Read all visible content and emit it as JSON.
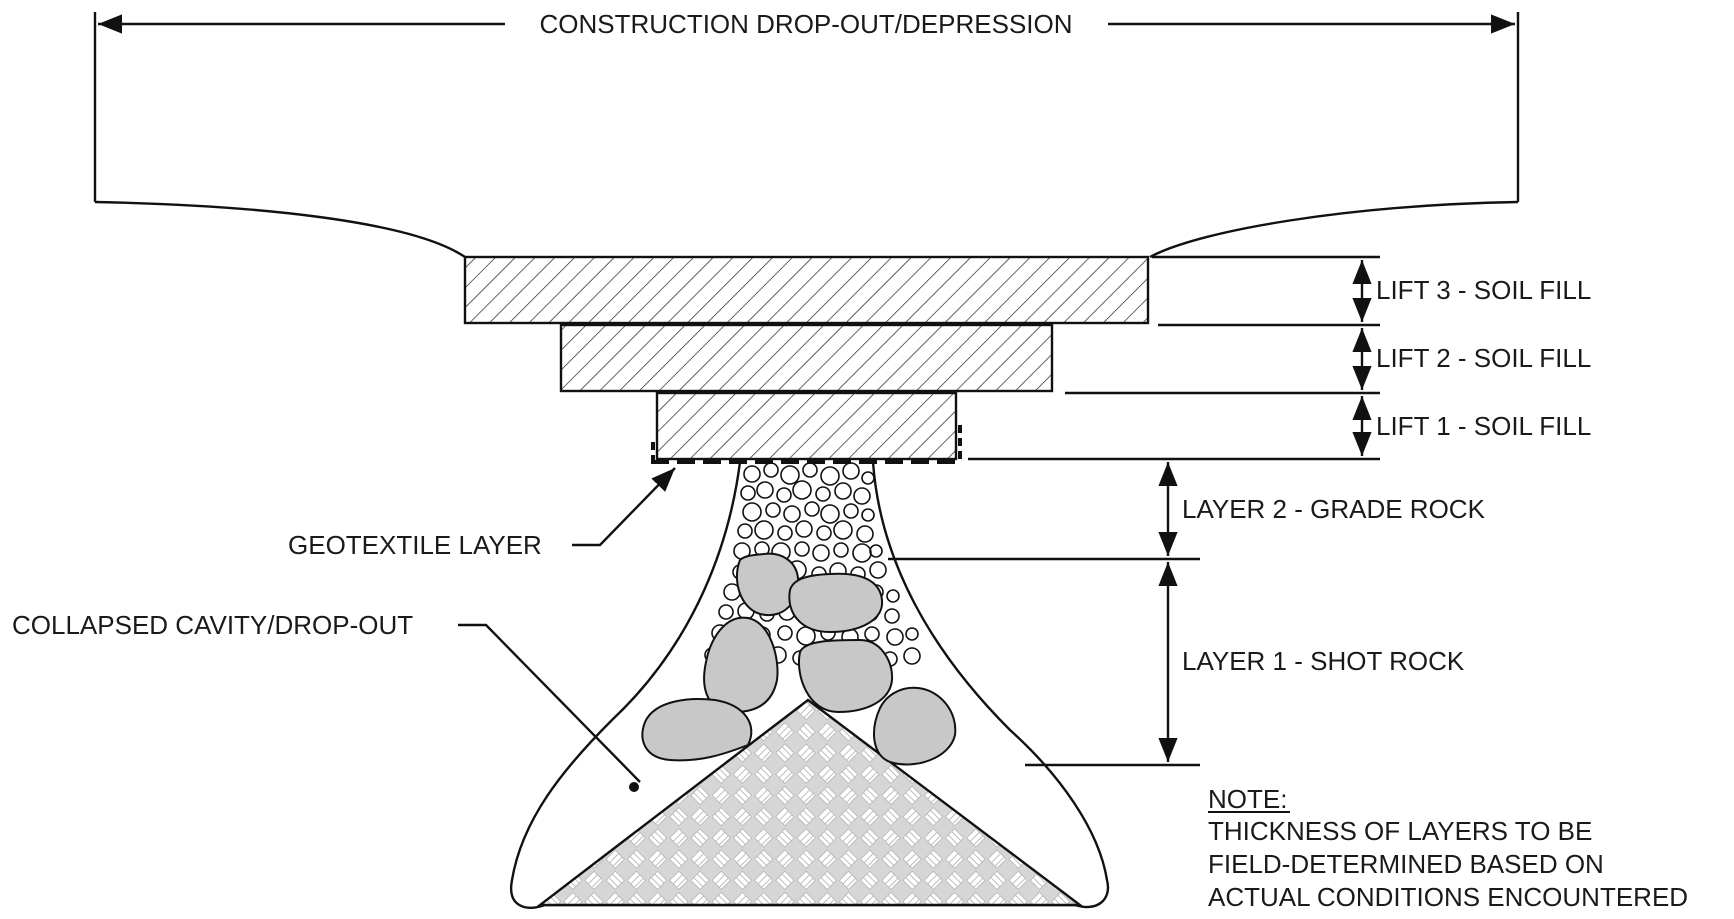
{
  "labels": {
    "title": "CONSTRUCTION DROP-OUT/DEPRESSION",
    "lift3": "LIFT 3 - SOIL FILL",
    "lift2": "LIFT 2 - SOIL FILL",
    "lift1": "LIFT 1 - SOIL FILL",
    "layer2": "LAYER 2 - GRADE ROCK",
    "layer1": "LAYER 1 - SHOT ROCK",
    "geotextile": "GEOTEXTILE LAYER",
    "cavity": "COLLAPSED CAVITY/DROP-OUT"
  },
  "note": {
    "heading": "NOTE:",
    "lines": [
      "THICKNESS OF LAYERS TO BE",
      "FIELD-DETERMINED BASED ON",
      "ACTUAL CONDITIONS ENCOUNTERED"
    ]
  },
  "colors": {
    "line": "#111111",
    "rock_fill": "#c8c8c8",
    "base_fill": "#d9d9d9"
  }
}
